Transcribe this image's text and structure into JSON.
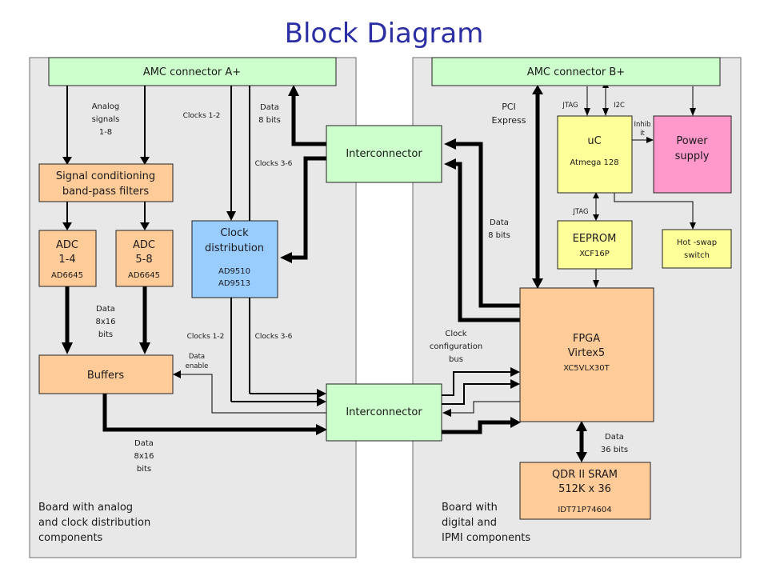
{
  "title": "Block Diagram",
  "panels": {
    "left_caption": [
      "Board with analog",
      "and clock distribution",
      "components"
    ],
    "right_caption": [
      "Board with",
      "digital and",
      "IPMI components"
    ]
  },
  "blocks": {
    "amc_a": "AMC connector A+",
    "amc_b": "AMC connector B+",
    "signal_conditioning": [
      "Signal conditioning",
      "band-pass filters"
    ],
    "adc_1_4": [
      "ADC",
      "1-4",
      "AD6645"
    ],
    "adc_5_8": [
      "ADC",
      "5-8",
      "AD6645"
    ],
    "clock_distribution": [
      "Clock",
      "distribution",
      "AD9510",
      "AD9513"
    ],
    "buffers": "Buffers",
    "interconnector_top": "Interconnector",
    "interconnector_bottom": "Interconnector",
    "uc": [
      "uC",
      "Atmega 128"
    ],
    "power_supply": [
      "Power",
      "supply"
    ],
    "eeprom": [
      "EEPROM",
      "XCF16P"
    ],
    "hot_swap": [
      "Hot -swap",
      "switch"
    ],
    "fpga": [
      "FPGA",
      "Virtex5",
      "XC5VLX30T"
    ],
    "qdr": [
      "QDR  II SRAM",
      "512K x 36",
      "IDT71P74604"
    ]
  },
  "labels": {
    "analog_signals": [
      "Analog",
      "signals",
      "1-8"
    ],
    "clocks_1_2_top": "Clocks 1-2",
    "data_8_bits_left": [
      "Data",
      "8 bits"
    ],
    "clocks_3_6_top": "Clocks 3-6",
    "data_8x16_mid": [
      "Data",
      "8x16",
      "bits"
    ],
    "clocks_1_2_bottom": "Clocks 1-2",
    "clocks_3_6_bottom": "Clocks 3-6",
    "data_enable": [
      "Data",
      "enable"
    ],
    "data_8x16_bottom": [
      "Data",
      "8x16",
      "bits"
    ],
    "pci_express": [
      "PCI",
      "Express"
    ],
    "jtag_top": "JTAG",
    "i2c": "I2C",
    "inhibit": [
      "Inhib",
      "it"
    ],
    "jtag_mid": "JTAG",
    "data_8_bits_right": [
      "Data",
      "8 bits"
    ],
    "clock_config_bus": [
      "Clock",
      "configuration",
      "bus"
    ],
    "data_36_bits": [
      "Data",
      "36 bits"
    ]
  }
}
